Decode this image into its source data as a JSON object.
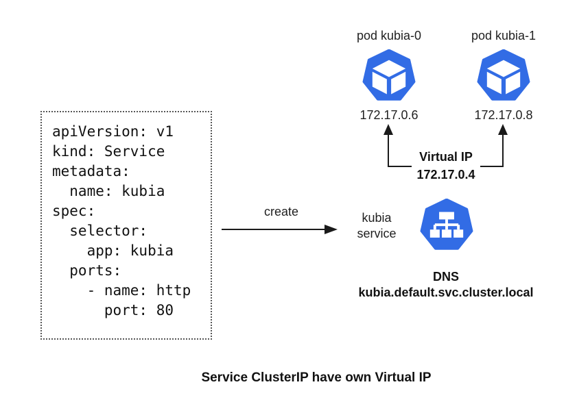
{
  "colors": {
    "k8s_blue": "#326CE5",
    "line_black": "#1a1a1a",
    "text": "#1f1f1f"
  },
  "yaml_box": {
    "lines": [
      "apiVersion: v1",
      "kind: Service",
      "metadata:",
      "  name: kubia",
      "spec:",
      "  selector:",
      "    app: kubia",
      "  ports:",
      "    - name: http",
      "      port: 80"
    ]
  },
  "create_arrow": {
    "label": "create"
  },
  "pods": [
    {
      "name": "pod kubia-0",
      "ip": "172.17.0.6"
    },
    {
      "name": "pod kubia-1",
      "ip": "172.17.0.8"
    }
  ],
  "virtual_ip": {
    "label": "Virtual IP",
    "ip": "172.17.0.4"
  },
  "service": {
    "label_line1": "kubia",
    "label_line2": "service",
    "dns_label": "DNS",
    "dns_name": "kubia.default.svc.cluster.local"
  },
  "title": "Service ClusterIP have own Virtual IP"
}
